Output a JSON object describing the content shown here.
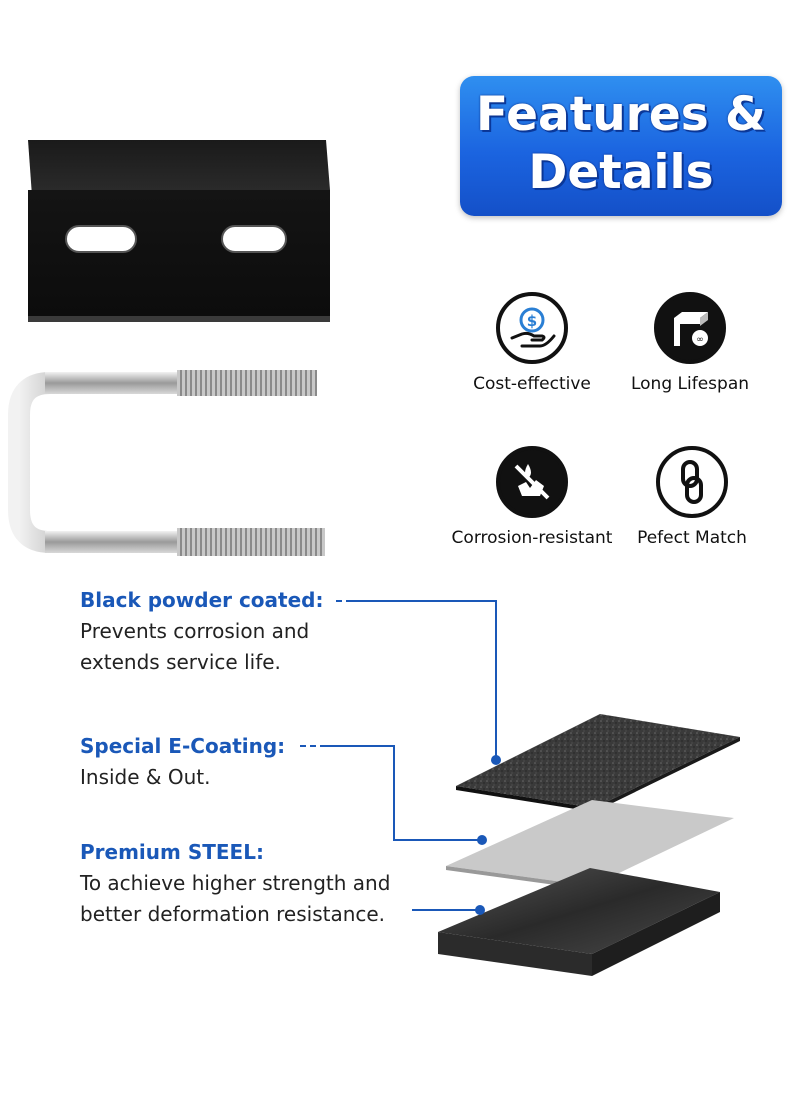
{
  "title": {
    "line1": "Features &",
    "line2": "Details"
  },
  "features": [
    {
      "label": "Cost-effective",
      "icon": "cost-effective-icon"
    },
    {
      "label": "Long Lifespan",
      "icon": "long-lifespan-icon"
    },
    {
      "label": "Corrosion-resistant",
      "icon": "corrosion-resistant-icon"
    },
    {
      "label": "Pefect Match",
      "icon": "perfect-match-icon"
    }
  ],
  "layers": [
    {
      "title": "Black powder coated:",
      "desc_line1": "Prevents corrosion and",
      "desc_line2": "extends service life."
    },
    {
      "title": "Special E-Coating:",
      "desc_line1": "Inside & Out.",
      "desc_line2": ""
    },
    {
      "title": "Premium STEEL:",
      "desc_line1": "To achieve higher strength and",
      "desc_line2": "better deformation resistance."
    }
  ],
  "colors": {
    "accent_blue": "#1a58b8",
    "badge_blue": "#1b64e0",
    "icon_black": "#111111"
  }
}
